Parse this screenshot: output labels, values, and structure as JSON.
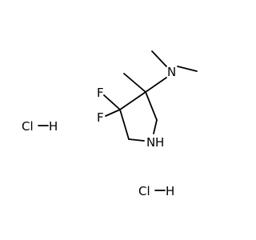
{
  "atoms": {
    "f_top": "F",
    "f_bottom": "F",
    "n_amine": "N",
    "n_ring": "N",
    "h_ring": "H",
    "cl_1": "Cl",
    "h_1": "H",
    "cl_2": "Cl",
    "h_2": "H"
  },
  "colors": {
    "bond": "#000000",
    "label": "#000000",
    "background": "#ffffff"
  }
}
